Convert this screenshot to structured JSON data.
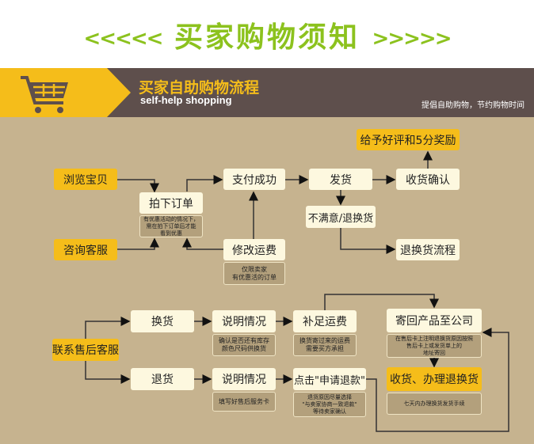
{
  "title": {
    "left": "<<<<<",
    "text": "买家购物须知",
    "right": ">>>>>"
  },
  "header": {
    "icon": "shopping-cart-icon",
    "title": "买家自助购物流程",
    "subtitle": "self-help shopping",
    "slogan": "提倡自助购物，节约购物时间"
  },
  "colors": {
    "accent": "#f5bd1a",
    "band": "#5e4f4c",
    "background": "#c6b38f",
    "title": "#8cc21e"
  },
  "flow1": {
    "browse": "浏览宝贝",
    "consult": "咨询客服",
    "order": "拍下订单",
    "order_note": "有优惠活动的情况下，\n需在拍下订单后才能\n看到优惠",
    "pay": "支付成功",
    "modify": "修改运费",
    "modify_note": "仅限卖家\n有优惠活的订单",
    "ship": "发货",
    "unsatisfied": "不满意/退换货",
    "praise": "给予好评和5分奖励",
    "confirm": "收货确认",
    "return_flow": "退换货流程"
  },
  "flow2": {
    "contact": "联系售后客服",
    "exchange": "换货",
    "refund": "退货",
    "explain1": "说明情况",
    "explain1_note": "确认是否还有库存\n颜色尺码供换货",
    "explain2": "说明情况",
    "explain2_note": "填写好售后服务卡",
    "freight": "补足运费",
    "freight_note": "换货寄过来的运费\n需要买方承担",
    "apply": "点击\"申请退款\"",
    "apply_note": "退货原因尽量选择\n\"与卖家协商一致退款\"\n等待卖家确认",
    "sendback": "寄回产品至公司",
    "sendback_note": "在售后卡上注明退换货原因按照\n售后卡上或发货单上的\n地址寄回",
    "process": "收货、办理退换货",
    "process_note": "七天内办理换货发货手续"
  }
}
